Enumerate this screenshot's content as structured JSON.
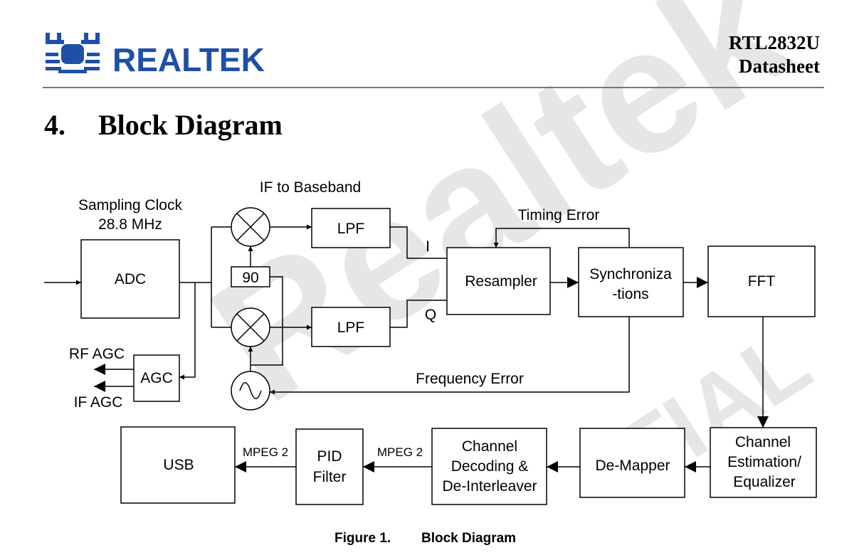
{
  "header": {
    "logo_text": "REALTEK",
    "doc_title_line1": "RTL2832U",
    "doc_title_line2": "Datasheet"
  },
  "section": {
    "number": "4.",
    "title": "Block Diagram"
  },
  "diagram": {
    "labels": {
      "sampling_clock_line1": "Sampling Clock",
      "sampling_clock_line2": "28.8 MHz",
      "if_to_baseband": "IF to Baseband",
      "timing_error": "Timing Error",
      "frequency_error": "Frequency Error",
      "i": "I",
      "q": "Q",
      "rf_agc": "RF AGC",
      "if_agc": "IF AGC",
      "mpeg2_usb": "MPEG 2",
      "mpeg2_pid": "MPEG 2"
    },
    "blocks": {
      "adc": "ADC",
      "agc": "AGC",
      "phase_90": "90",
      "lpf_top": "LPF",
      "lpf_bottom": "LPF",
      "resampler": "Resampler",
      "sync_line1": "Synchroniza",
      "sync_line2": "-tions",
      "fft": "FFT",
      "chan_est_line1": "Channel",
      "chan_est_line2": "Estimation/",
      "chan_est_line3": "Equalizer",
      "demapper": "De-Mapper",
      "chan_dec_line1": "Channel",
      "chan_dec_line2": "Decoding &",
      "chan_dec_line3": "De-Interleaver",
      "pid_line1": "PID",
      "pid_line2": "Filter",
      "usb": "USB"
    }
  },
  "caption": {
    "figure": "Figure 1.",
    "title": "Block Diagram"
  },
  "watermark": {
    "main": "Realtek",
    "sub": "TIAL"
  },
  "colors": {
    "logo_blue": "#1f4fa8",
    "watermark_gray": "#e6e6e6",
    "line": "#000000"
  }
}
